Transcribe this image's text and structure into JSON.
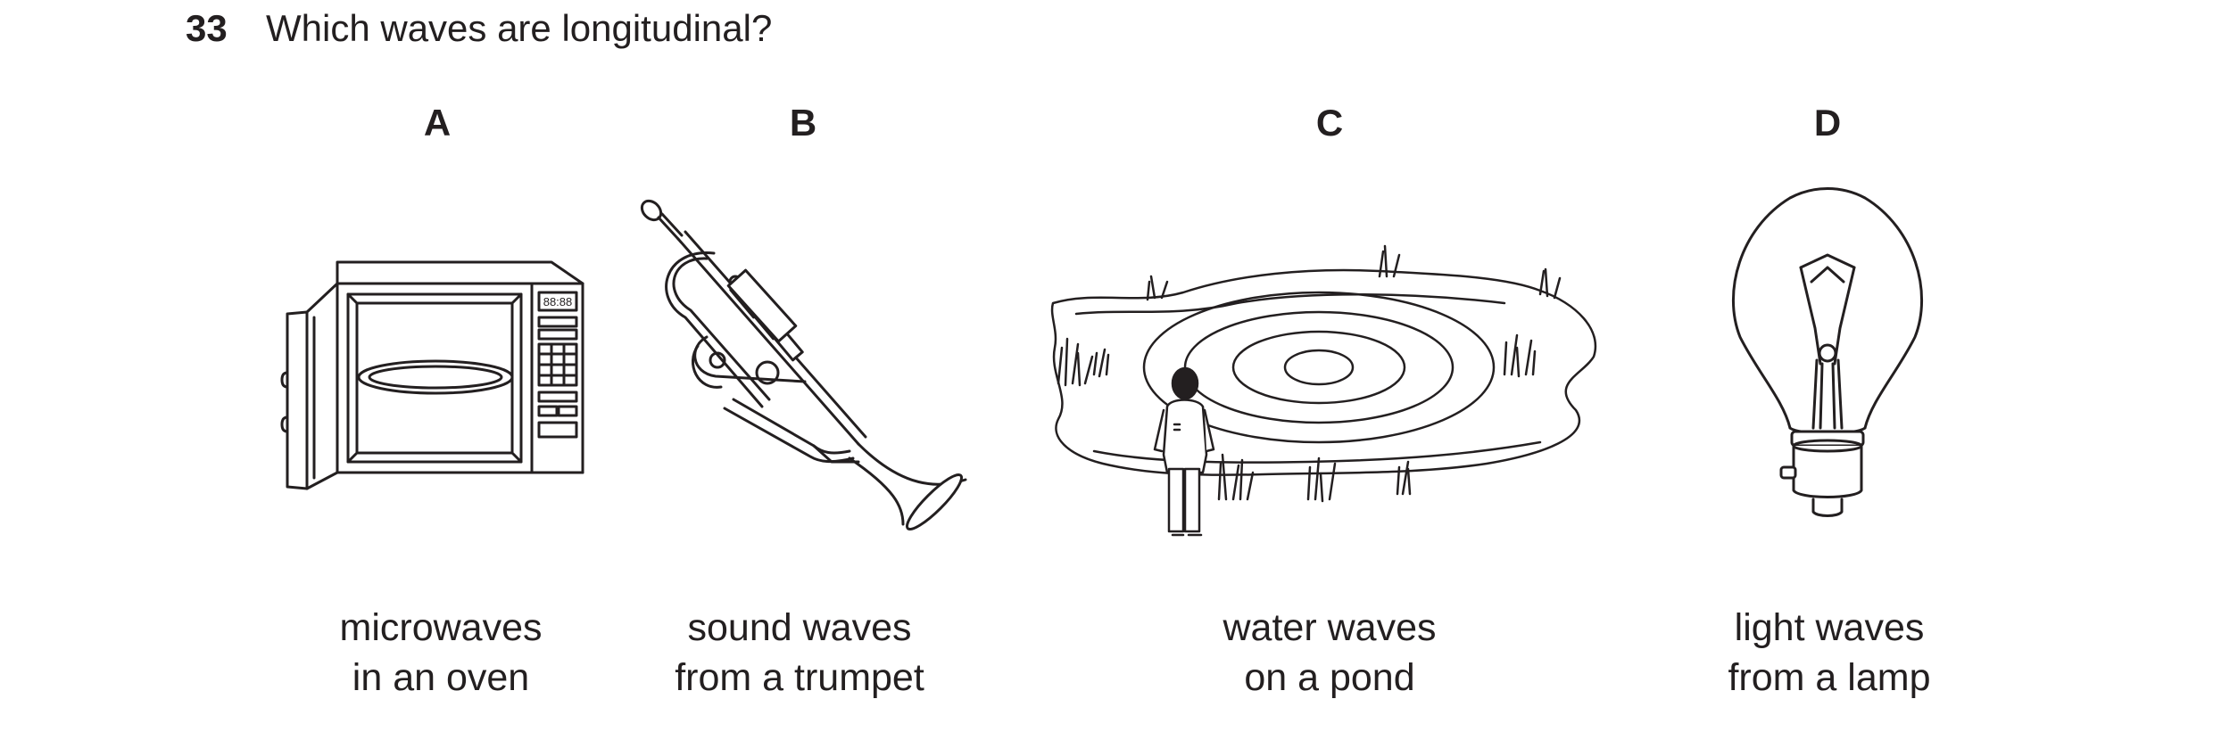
{
  "question": {
    "number": "33",
    "text": "Which waves are longitudinal?"
  },
  "options": [
    {
      "letter": "A",
      "line1": "microwaves",
      "line2": "in an oven",
      "icon": "microwave-oven-icon"
    },
    {
      "letter": "B",
      "line1": "sound waves",
      "line2": "from a trumpet",
      "icon": "trumpet-icon"
    },
    {
      "letter": "C",
      "line1": "water waves",
      "line2": "on a pond",
      "icon": "pond-ripples-icon"
    },
    {
      "letter": "D",
      "line1": "light waves",
      "line2": "from a lamp",
      "icon": "light-bulb-icon"
    }
  ],
  "microwave_display": "88:88",
  "colors": {
    "ink": "#231f20",
    "background": "#ffffff"
  }
}
